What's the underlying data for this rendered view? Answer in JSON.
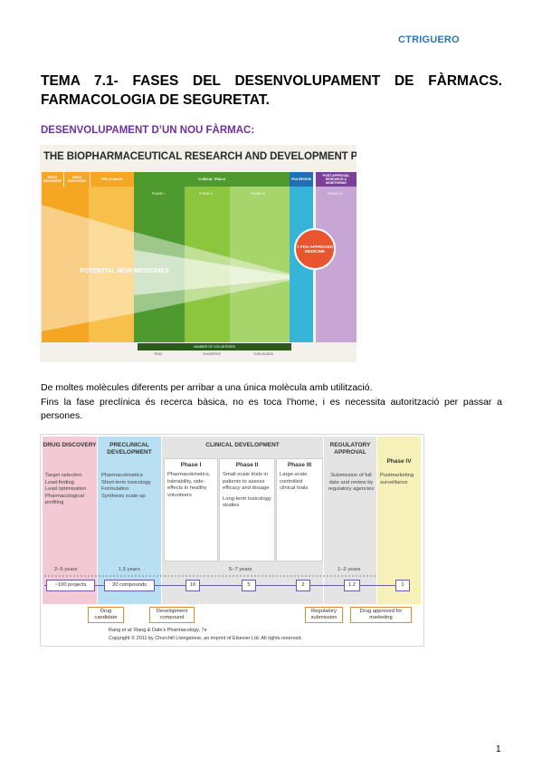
{
  "header": {
    "author": "CTRIGUERO"
  },
  "title": "TEMA 7.1- FASES DEL DESENVOLUPAMENT DE FÀRMACS. FARMACOLOGIA DE SEGURETAT.",
  "subtitle": "DESENVOLUPAMENT D’UN NOU FÀRMAC:",
  "figure1": {
    "title": "THE BIOPHARMACEUTICAL RESEARCH AND DEVELOPMENT PROCESS",
    "stages": [
      "DRUG DISCOVERY",
      "DRUG DISCOVERY",
      "PRE-CLINICAL",
      "CLINICAL TRIALS",
      "FDA REVIEW",
      "POST-APPROVAL RESEARCH & MONITORING"
    ],
    "phases": [
      "PHASE I",
      "PHASE II",
      "PHASE III",
      "PHASE IV"
    ],
    "potential_label": "POTENTIAL NEW MEDICINES",
    "fda_approved": "1 FDA-APPROVED MEDICINE",
    "volunteers_label": "NUMBER OF VOLUNTEERS",
    "volunteers": [
      "TENS",
      "HUNDREDS",
      "THOUSANDS"
    ],
    "colors": {
      "discovery": "#f5a623",
      "preclinical": "#8cc63f",
      "clinical": "#4f9a2e",
      "review": "#36b5d8",
      "postapproval": "#b48cc8"
    }
  },
  "paragraph1": "De moltes molècules diferents per arribar a una única molècula amb utilització.",
  "paragraph2": "Fins la fase preclínica és recerca bàsica, no es toca l’home, i es necessita autorització per passar a persones.",
  "figure2": {
    "columns": {
      "discovery": {
        "title": "DRUG DISCOVERY",
        "items": [
          "Target selection",
          "Lead-finding",
          "Lead optimisation",
          "Pharmacological profiling"
        ],
        "years": "2–5 years",
        "count": "~100 projects"
      },
      "preclinical": {
        "title": "PRECLINICAL DEVELOPMENT",
        "items": [
          "Pharmacokinetics",
          "Short-term toxicology",
          "Formulation",
          "Synthesis scale-up"
        ],
        "years": "1.5 years",
        "count": "20 compounds"
      },
      "clinical": {
        "title": "CLINICAL DEVELOPMENT",
        "years": "5–7 years",
        "phases": [
          {
            "title": "Phase I",
            "text": "Pharmacokinetics, tolerability, side-effects in healthy volunteers",
            "count": "10"
          },
          {
            "title": "Phase II",
            "text": "Small-scale trials in patients to assess efficacy and dosage",
            "text2": "Long-term toxicology studies",
            "count": "5"
          },
          {
            "title": "Phase III",
            "text": "Large-scale controlled clinical trials",
            "count": "2"
          }
        ]
      },
      "regulatory": {
        "title": "REGULATORY APPROVAL",
        "text": "Submission of full date and review by regulatory agencies",
        "years": "1–2 years",
        "count": "1.2"
      },
      "phase4": {
        "title": "Phase IV",
        "text": "Postmarketing surveillance",
        "count": "1"
      }
    },
    "annotations": [
      "Drug candidate",
      "Development compound",
      "Regulatory submission",
      "Drug approved for marketing"
    ],
    "source1": "Rang et al: Rang & Dale’s Pharmacology, 7e",
    "source2": "Copyright © 2011 by Churchill Livingstone, an imprint of Elsevier Ltd. All rights reserved."
  },
  "page_number": "1"
}
